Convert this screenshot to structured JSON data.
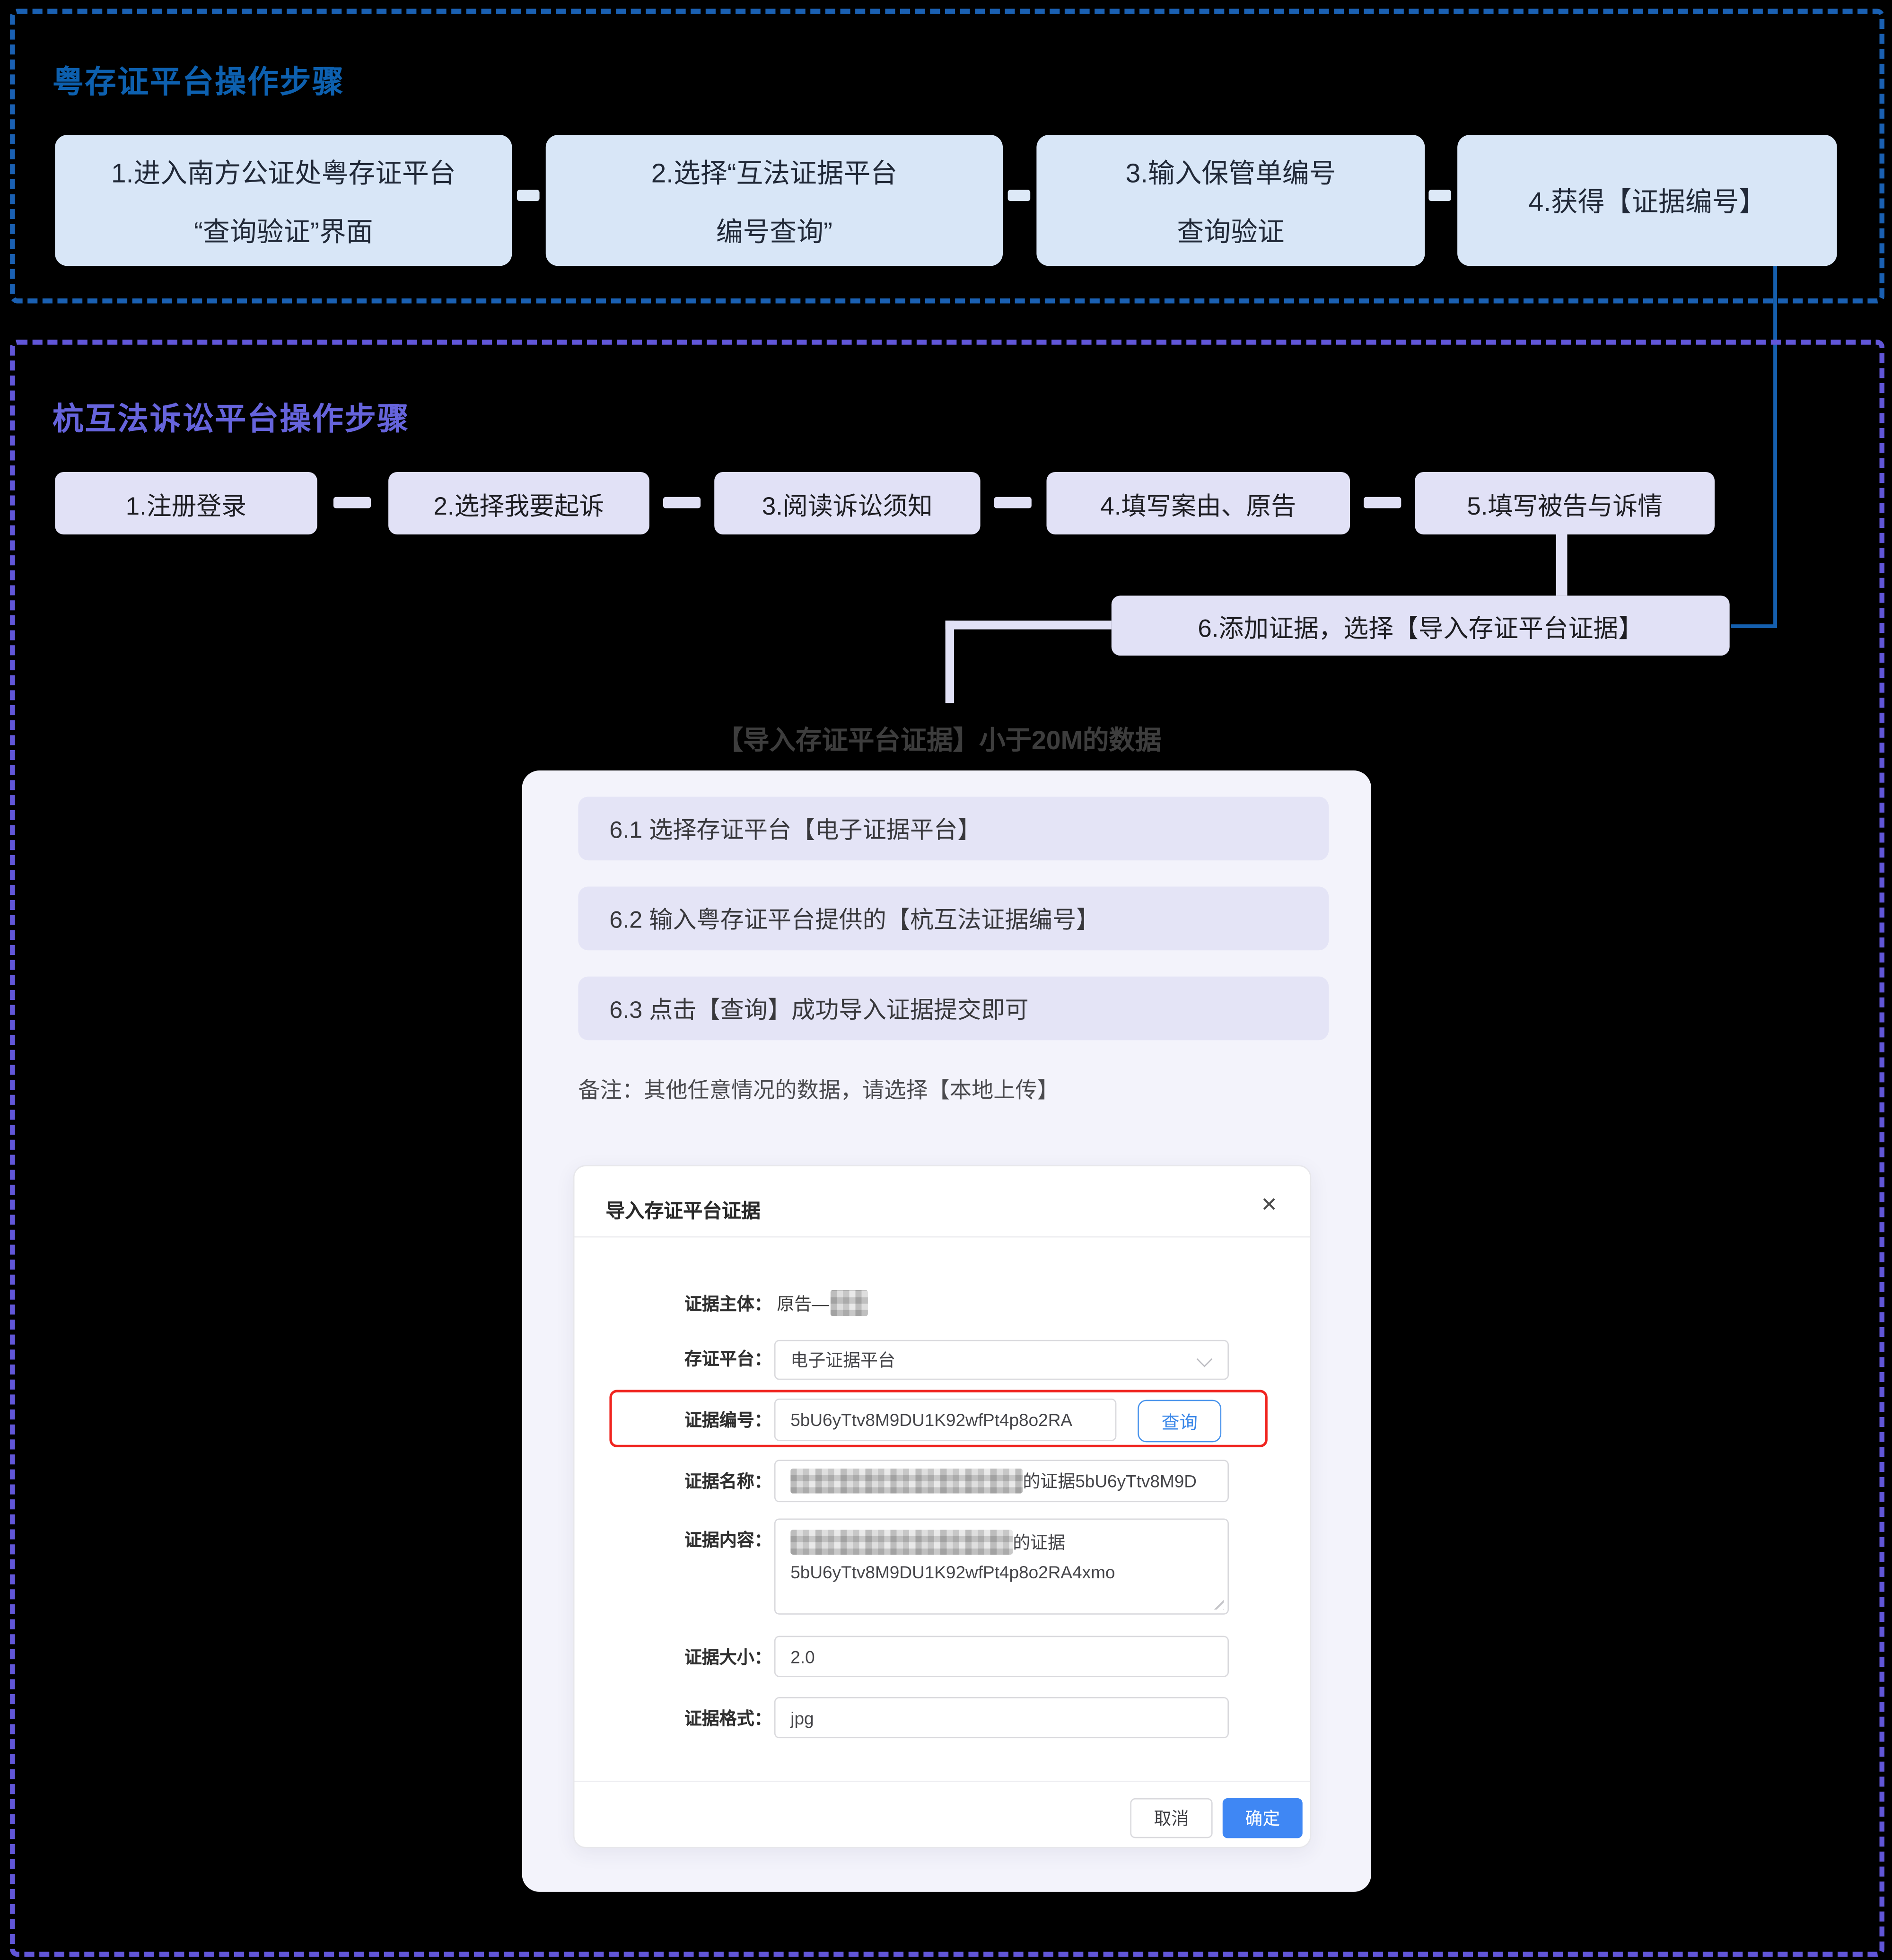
{
  "sections": {
    "yue": {
      "title": "粤存证平台操作步骤",
      "steps": [
        {
          "line1": "1.进入南方公证处粤存证平台",
          "line2": "“查询验证”界面"
        },
        {
          "line1": "2.选择“互法证据平台",
          "line2": "编号查询”"
        },
        {
          "line1": "3.输入保管单编号",
          "line2": "查询验证"
        },
        {
          "line1": "4.获得【证据编号】"
        }
      ]
    },
    "hang": {
      "title": "杭互法诉讼平台操作步骤",
      "steps": [
        "1.注册登录",
        "2.选择我要起诉",
        "3.阅读诉讼须知",
        "4.填写案由、原告",
        "5.填写被告与诉情"
      ],
      "step6_label": "6.添加证据，选择【导入存证平台证据】",
      "caption": "【导入存证平台证据】小于20M的数据"
    }
  },
  "card": {
    "item1": "6.1 选择存证平台【电子证据平台】",
    "item2": "6.2 输入粤存证平台提供的【杭互法证据编号】",
    "item3": "6.3 点击【查询】成功导入证据提交即可",
    "note": "备注：其他任意情况的数据，请选择【本地上传】"
  },
  "modal": {
    "title": "导入存证平台证据",
    "close_icon": "✕",
    "subject_label": "证据主体：",
    "subject_value": "原告—",
    "platform_label": "存证平台：",
    "platform_value": "电子证据平台",
    "number_label": "证据编号：",
    "number_value": "5bU6yTtv8M9DU1K92wfPt4p8o2RA",
    "query_button": "查询",
    "name_label": "证据名称：",
    "name_value_suffix": "的证据5bU6yTtv8M9D",
    "content_label": "证据内容：",
    "content_line1_suffix": "的证据",
    "content_line2": "5bU6yTtv8M9DU1K92wfPt4p8o2RA4xmo",
    "size_label": "证据大小：",
    "size_value": "2.0",
    "format_label": "证据格式：",
    "format_value": "jpg",
    "cancel_button": "取消",
    "confirm_button": "确定"
  },
  "colors": {
    "yue_title": "#0d60af",
    "yue_box_bg": "#d8e6f7",
    "yue_border": "#1a60b2",
    "hang_title": "#6664dc",
    "hang_box_bg": "#e1e1f6",
    "hang_border": "#6156d8",
    "connector_blue": "#155fae",
    "highlight_red": "#f0241f",
    "primary_button_bg": "#3f87f4"
  }
}
